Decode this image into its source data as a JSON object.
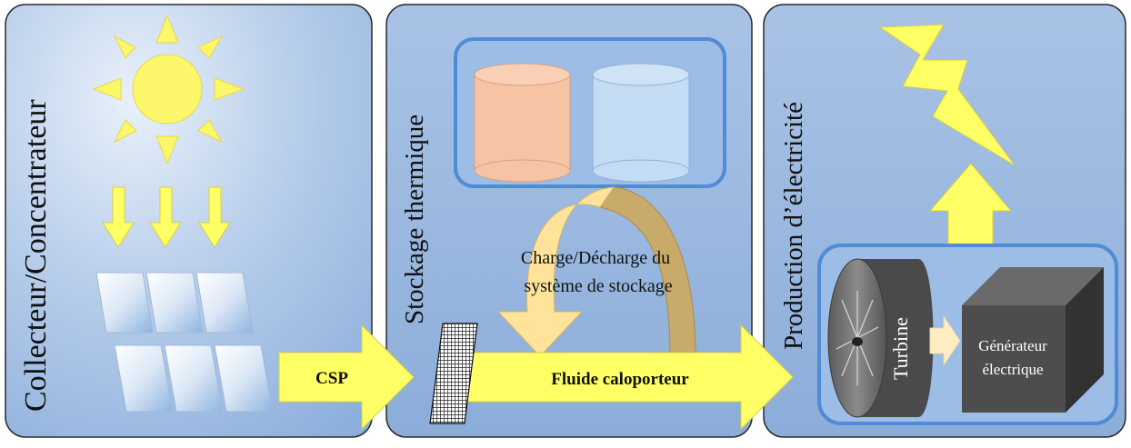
{
  "panels": {
    "collector": {
      "title": "Collecteur/Concentrateur"
    },
    "storage": {
      "title": "Stockage thermique",
      "cycle_label_line1": "Charge/Décharge du",
      "cycle_label_line2": "système de stockage"
    },
    "production": {
      "title": "Production d’électricité",
      "turbine_label": "Turbine",
      "generator_label_line1": "Générateur",
      "generator_label_line2": "électrique"
    }
  },
  "flow": {
    "csp_label": "CSP",
    "fluid_label": "Fluide caloporteur"
  },
  "colors": {
    "panel_light": "#d9e6f5",
    "panel_dark": "#8fb0dc",
    "panel_border": "#2b2b2b",
    "sun": "#fbf66a",
    "arrow": "#ffff66",
    "hot_tank": "#f6c3a5",
    "cold_tank": "#c3dbf3",
    "rounded_box_border": "#4f8bd6",
    "charge_arrow": "#ffe39b",
    "discharge_arrow": "#c8ab6a",
    "turbine": "#4a4a4a",
    "generator": "#4d4d4d"
  }
}
